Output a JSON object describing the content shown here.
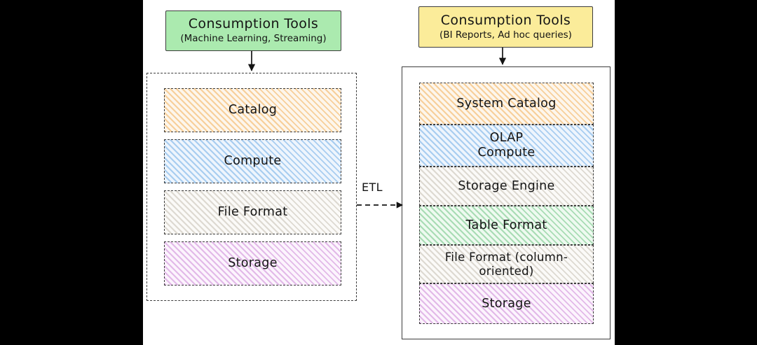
{
  "diagram": {
    "left": {
      "header": {
        "title": "Consumption Tools",
        "subtitle": "(Machine Learning, Streaming)",
        "fill_color": "#abeaaf",
        "border_color": "#3d3d3d"
      },
      "layers": [
        {
          "label": "Catalog",
          "fill": "orange"
        },
        {
          "label": "Compute",
          "fill": "blue"
        },
        {
          "label": "File Format",
          "fill": "grey"
        },
        {
          "label": "Storage",
          "fill": "purple"
        }
      ]
    },
    "right": {
      "header": {
        "title": "Consumption Tools",
        "subtitle": "(BI Reports, Ad hoc queries)",
        "fill_color": "#fbec9a",
        "border_color": "#3d3d3d"
      },
      "layers": [
        {
          "label": "System Catalog",
          "fill": "orange"
        },
        {
          "label": "OLAP\nCompute",
          "fill": "blue"
        },
        {
          "label": "Storage Engine",
          "fill": "grey"
        },
        {
          "label": "Table Format",
          "fill": "green"
        },
        {
          "label": "File Format (column-oriented)",
          "fill": "grey"
        },
        {
          "label": "Storage",
          "fill": "purple"
        }
      ]
    },
    "connector": {
      "label": "ETL"
    },
    "colors": {
      "stroke": "#3d3d3d",
      "text": "#141414",
      "canvas": "#ffffff",
      "letterbox": "#000000"
    }
  }
}
